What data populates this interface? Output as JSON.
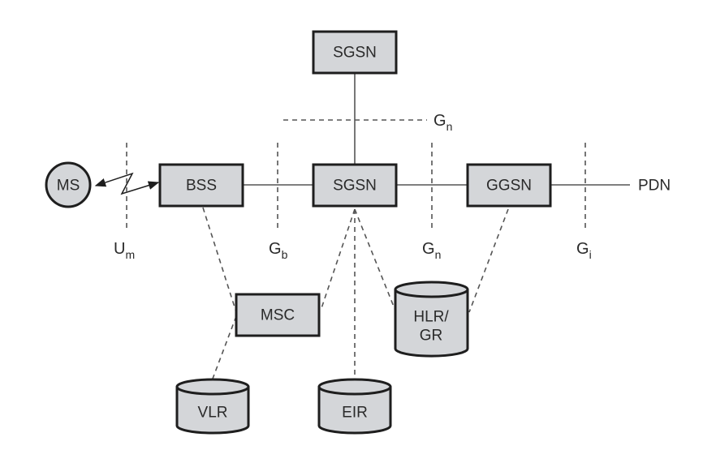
{
  "diagram": {
    "title": "GPRS network architecture",
    "nodes": {
      "ms": "MS",
      "bss": "BSS",
      "sgsn_top": "SGSN",
      "sgsn": "SGSN",
      "ggsn": "GGSN",
      "pdn": "PDN",
      "msc": "MSC",
      "hlr_line1": "HLR/",
      "hlr_line2": "GR",
      "vlr": "VLR",
      "eir": "EIR"
    },
    "interfaces": {
      "um": {
        "main": "U",
        "sub": "m"
      },
      "gb": {
        "main": "G",
        "sub": "b"
      },
      "gn_bottom": {
        "main": "G",
        "sub": "n"
      },
      "gn_top": {
        "main": "G",
        "sub": "n"
      },
      "gi": {
        "main": "G",
        "sub": "i"
      }
    },
    "colors": {
      "node_fill": "#d4d6d9",
      "node_border": "#1e1e1e",
      "line": "#555555"
    }
  }
}
